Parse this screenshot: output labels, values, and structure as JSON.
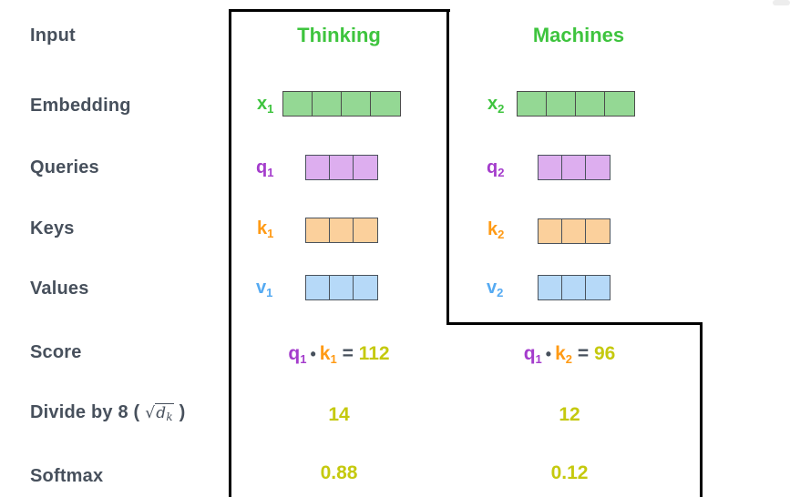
{
  "palette": {
    "green": "#3ec43e",
    "purple": "#a43ccc",
    "orange": "#ff9a14",
    "blue": "#55aaf2",
    "yellow": "#c5c90e",
    "label_gray": "#47505c",
    "cell_green": "#94d894",
    "cell_purple": "#ddaeef",
    "cell_orange": "#fbd09c",
    "cell_blue": "#b6d9f8",
    "outline_black": "#000000"
  },
  "row_labels": {
    "input": "Input",
    "embedding": "Embedding",
    "queries": "Queries",
    "keys": "Keys",
    "values": "Values",
    "score": "Score",
    "softmax": "Softmax"
  },
  "divide_label": {
    "prefix": "Divide by 8 (",
    "radical": "√",
    "variable": "d",
    "subscript": "k",
    "suffix": ")"
  },
  "columns": [
    {
      "title": "Thinking",
      "embedding": {
        "base": "x",
        "sub": "1",
        "cells": 4
      },
      "query": {
        "base": "q",
        "sub": "1",
        "cells": 3
      },
      "key": {
        "base": "k",
        "sub": "1",
        "cells": 3
      },
      "value": {
        "base": "v",
        "sub": "1",
        "cells": 3
      },
      "score": {
        "q_base": "q",
        "q_sub": "1",
        "dot": "•",
        "k_base": "k",
        "k_sub": "1",
        "equals": "=",
        "result": "112"
      },
      "divided": "14",
      "softmax": "0.88"
    },
    {
      "title": "Machines",
      "embedding": {
        "base": "x",
        "sub": "2",
        "cells": 4
      },
      "query": {
        "base": "q",
        "sub": "2",
        "cells": 3
      },
      "key": {
        "base": "k",
        "sub": "2",
        "cells": 3
      },
      "value": {
        "base": "v",
        "sub": "2",
        "cells": 3
      },
      "score": {
        "q_base": "q",
        "q_sub": "1",
        "dot": "•",
        "k_base": "k",
        "k_sub": "2",
        "equals": "=",
        "result": "96"
      },
      "divided": "12",
      "softmax": "0.12"
    }
  ]
}
